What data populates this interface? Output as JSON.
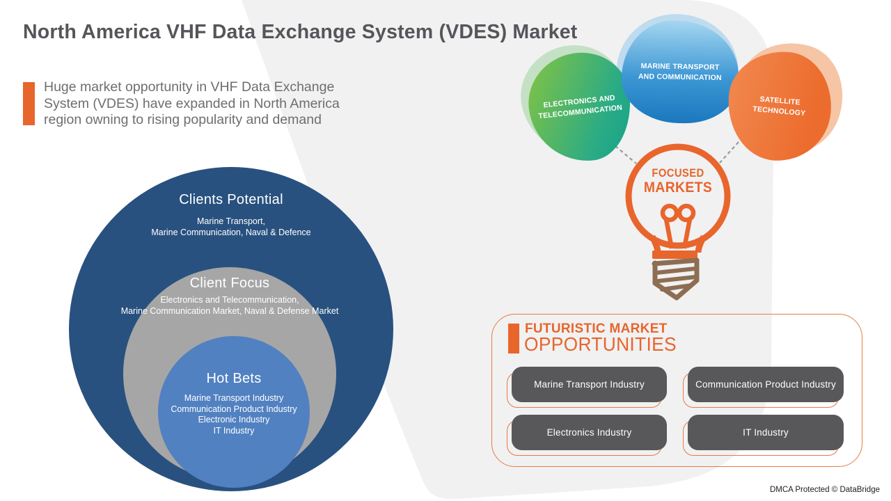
{
  "header": {
    "title": "North America VHF Data Exchange System (VDES) Market",
    "subtitle_lines": [
      "Huge market opportunity in VHF Data Exchange",
      "System (VDES) have expanded in North America",
      "region owning to rising popularity and demand"
    ]
  },
  "venn": {
    "outer": {
      "title": "Clients Potential",
      "lines": [
        "Marine Transport,",
        "Marine Communication, Naval & Defence"
      ]
    },
    "middle": {
      "title": "Client Focus",
      "lines": [
        "Electronics and Telecommunication,",
        "Marine Communication Market, Naval & Defense Market"
      ]
    },
    "inner": {
      "title": "Hot Bets",
      "lines": [
        "Marine Transport Industry",
        "Communication Product Industry",
        "Electronic Industry",
        "IT Industry"
      ]
    }
  },
  "focus_markets": {
    "shapes": [
      {
        "id": "electronics-telecommunication",
        "label": "ELECTRONICS AND TELECOMMUNICATION",
        "color": "#2bab85"
      },
      {
        "id": "marine-transport-communication",
        "label": "MARINE TRANSPORT AND COMMUNICATION",
        "color": "#1b78be"
      },
      {
        "id": "satellite-technology",
        "label": "SATELLITE TECHNOLOGY",
        "color": "#ec6c2d"
      }
    ],
    "bulb_line1": "FOCUSED",
    "bulb_line2": "MARKETS"
  },
  "opportunities": {
    "heading_line1": "FUTURISTIC MARKET",
    "heading_line2": "OPPORTUNITIES",
    "items": [
      "Marine Transport Industry",
      "Communication Product Industry",
      "Electronics Industry",
      "IT Industry"
    ]
  },
  "footer": {
    "dmca": "DMCA Protected © DataBridge"
  },
  "colors": {
    "accent_orange": "#e8652c",
    "navy_circle": "#28517f",
    "gray_circle": "#a7a6a6",
    "steel_blue_circle": "#5181c1",
    "button_gray": "#58585a",
    "bulb_base_brown": "#8d6e52",
    "title_gray": "#55565a"
  }
}
